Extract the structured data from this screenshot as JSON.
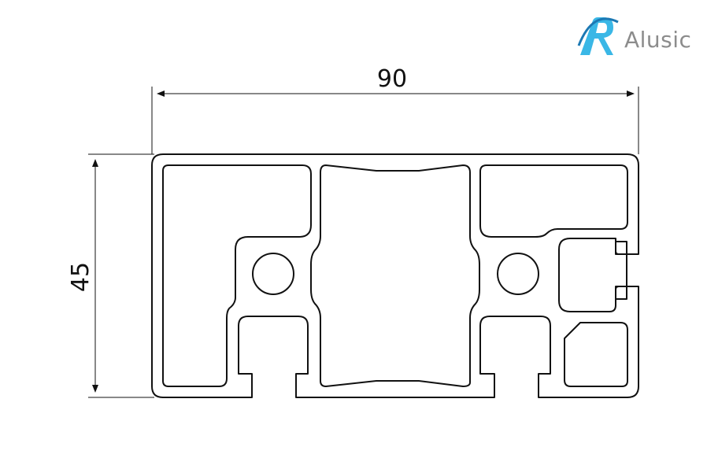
{
  "brand": {
    "name": "Alusic",
    "colors": {
      "primary": "#3ab7e6",
      "dark": "#1c78b3",
      "text": "#8c8c8c"
    }
  },
  "dimensions": {
    "width_label": "90",
    "height_label": "45"
  },
  "drawing": {
    "stroke_color": "#111111",
    "background": "#ffffff"
  }
}
